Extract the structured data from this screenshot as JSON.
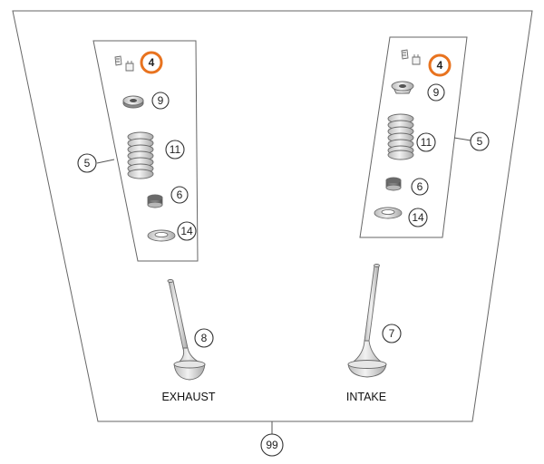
{
  "labels": {
    "exhaust": "EXHAUST",
    "intake": "INTAKE"
  },
  "callouts": {
    "left_4": "4",
    "left_9": "9",
    "left_11": "11",
    "left_6": "6",
    "left_14": "14",
    "left_5": "5",
    "right_4": "4",
    "right_9": "9",
    "right_11": "11",
    "right_6": "6",
    "right_14": "14",
    "right_5": "5",
    "valve_8": "8",
    "valve_7": "7",
    "assembly_99": "99"
  },
  "colors": {
    "highlight": "#e8731f",
    "line": "#555555",
    "part_metal": "#d4d4d4"
  }
}
